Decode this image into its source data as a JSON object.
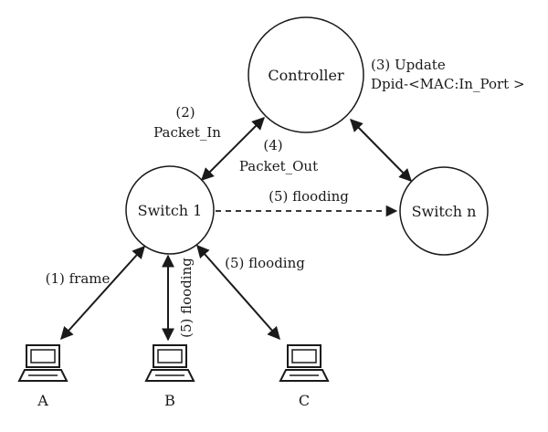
{
  "nodes": {
    "controller": "Controller",
    "switch1": "Switch 1",
    "switchn": "Switch n"
  },
  "hosts": {
    "a": "A",
    "b": "B",
    "c": "C"
  },
  "labels": {
    "step2_num": "(2)",
    "step2_name": "Packet_In",
    "step4_num": "(4)",
    "step4_name": "Packet_Out",
    "step3_line1": "(3) Update",
    "step3_line2": "Dpid-<MAC:In_Port >",
    "flood_switchn": "(5) flooding",
    "frame_a": "(1) frame",
    "flood_b": "(5) flooding",
    "flood_c": "(5) flooding"
  },
  "colors": {
    "stroke": "#1a1a1a",
    "text": "#1a1a1a",
    "background": "#ffffff"
  },
  "icons": {
    "host": "computer-monitor-icon"
  }
}
